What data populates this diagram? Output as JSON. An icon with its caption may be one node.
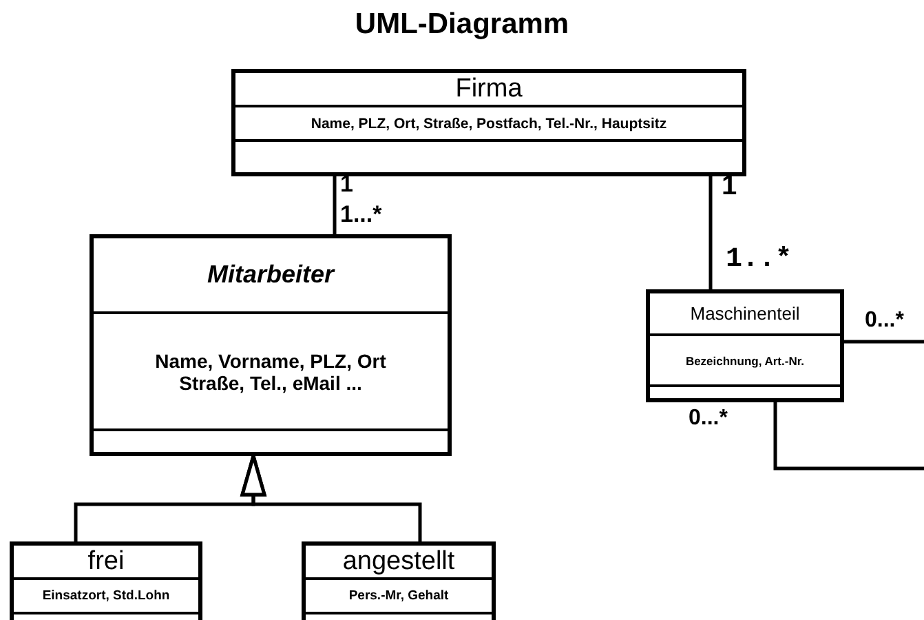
{
  "diagram": {
    "title": "UML-Diagramm",
    "nodes": [
      {
        "text": [
          "Firma",
          "Name, PLZ, Ort, Straße, Postfach, Tel.-Nr., Hauptsitz"
        ]
      },
      {
        "text": [
          "Mitarbeiter",
          "Name, Vorname, PLZ, Ort Straße, Tel., eMail ..."
        ]
      },
      {
        "text": [
          "frei",
          "Einsatzort, Std.Lohn"
        ]
      },
      {
        "text": [
          "angestellt",
          "Pers.-Mr, Gehalt"
        ]
      },
      {
        "text": [
          "Maschinenteil",
          "Bezeichnung, Art.-Nr."
        ]
      }
    ],
    "edges": [
      {
        "from": 0,
        "to": 1,
        "arrow": "none"
      },
      {
        "from": 2,
        "to": 1,
        "arrow": "to"
      },
      {
        "from": 3,
        "to": 1,
        "arrow": "to"
      },
      {
        "from": 0,
        "to": 4,
        "arrow": "none"
      },
      {
        "from": 4,
        "to": 4,
        "arrow": "none"
      }
    ],
    "labels": [
      "1",
      "1",
      "1...*",
      "1..*",
      "0...*",
      "0...*"
    ]
  }
}
